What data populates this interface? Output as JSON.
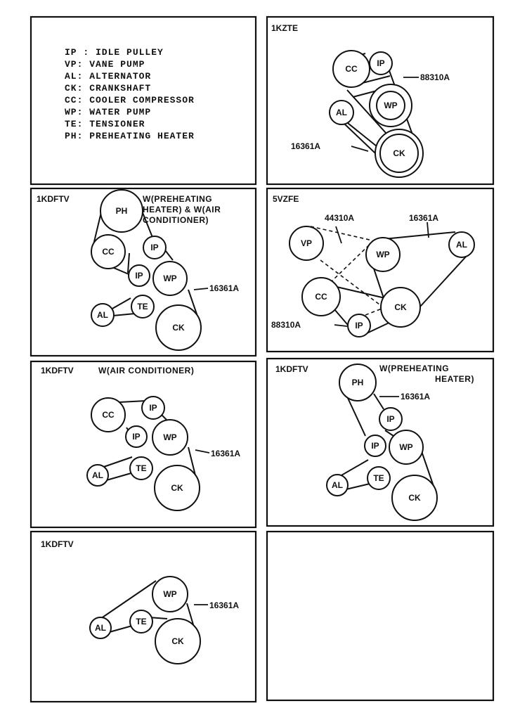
{
  "legend": [
    "IP : IDLE PULLEY",
    "VP: VANE PUMP",
    "AL: ALTERNATOR",
    "CK: CRANKSHAFT",
    "CC: COOLER COMPRESSOR",
    "WP: WATER PUMP",
    "TE: TENSIONER",
    "PH: PREHEATING HEATER"
  ],
  "pulley_labels": {
    "ip": "IP",
    "vp": "VP",
    "al": "AL",
    "ck": "CK",
    "cc": "CC",
    "wp": "WP",
    "te": "TE",
    "ph": "PH"
  },
  "panels": {
    "1kzte": {
      "engine": "1KZTE",
      "parts": [
        "88310A",
        "16361A"
      ]
    },
    "kd_ph_ac": {
      "engine": "1KDFTV",
      "note": [
        "W(PREHEATING",
        "HEATER) & W(AIR",
        "CONDITIONER)"
      ],
      "parts": [
        "16361A"
      ]
    },
    "5vzfe": {
      "engine": "5VZFE",
      "parts": [
        "44310A",
        "16361A",
        "88310A"
      ]
    },
    "kd_ac": {
      "engine": "1KDFTV",
      "note": [
        "W(AIR CONDITIONER)"
      ],
      "parts": [
        "16361A"
      ]
    },
    "kd_ph": {
      "engine": "1KDFTV",
      "note": [
        "W(PREHEATING",
        "HEATER)"
      ],
      "parts": [
        "16361A"
      ]
    },
    "kd_base": {
      "engine": "1KDFTV",
      "parts": [
        "16361A"
      ]
    }
  }
}
